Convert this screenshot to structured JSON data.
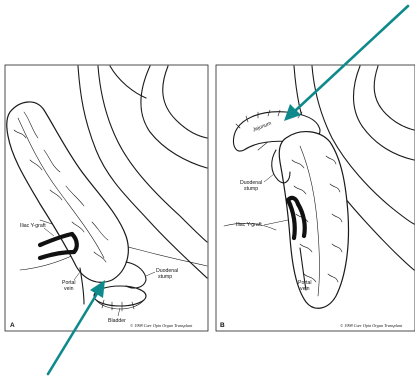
{
  "panel_a": {
    "letter": "A",
    "labels": {
      "iliac_y_graft": "Iliac Y-graft",
      "portal_vein_1": "Portal",
      "portal_vein_2": "vein",
      "duodenal_stump_1": "Duodenal",
      "duodenal_stump_2": "stump",
      "bladder": "Bladder"
    },
    "copyright": "© 1998 Curr Opin Organ Transplant"
  },
  "panel_b": {
    "letter": "B",
    "labels": {
      "jejunum": "Jejunum",
      "duodenal_stump_1": "Duodenal",
      "duodenal_stump_2": "stump",
      "iliac_y_graft": "Iliac Y-graft",
      "portal_vein_1": "Portal",
      "portal_vein_2": "vein"
    },
    "copyright": "© 1998 Curr Opin Organ Transplant"
  },
  "colors": {
    "arrow": "#0f8a8c",
    "ink": "#1a1a1a",
    "background": "#ffffff"
  }
}
